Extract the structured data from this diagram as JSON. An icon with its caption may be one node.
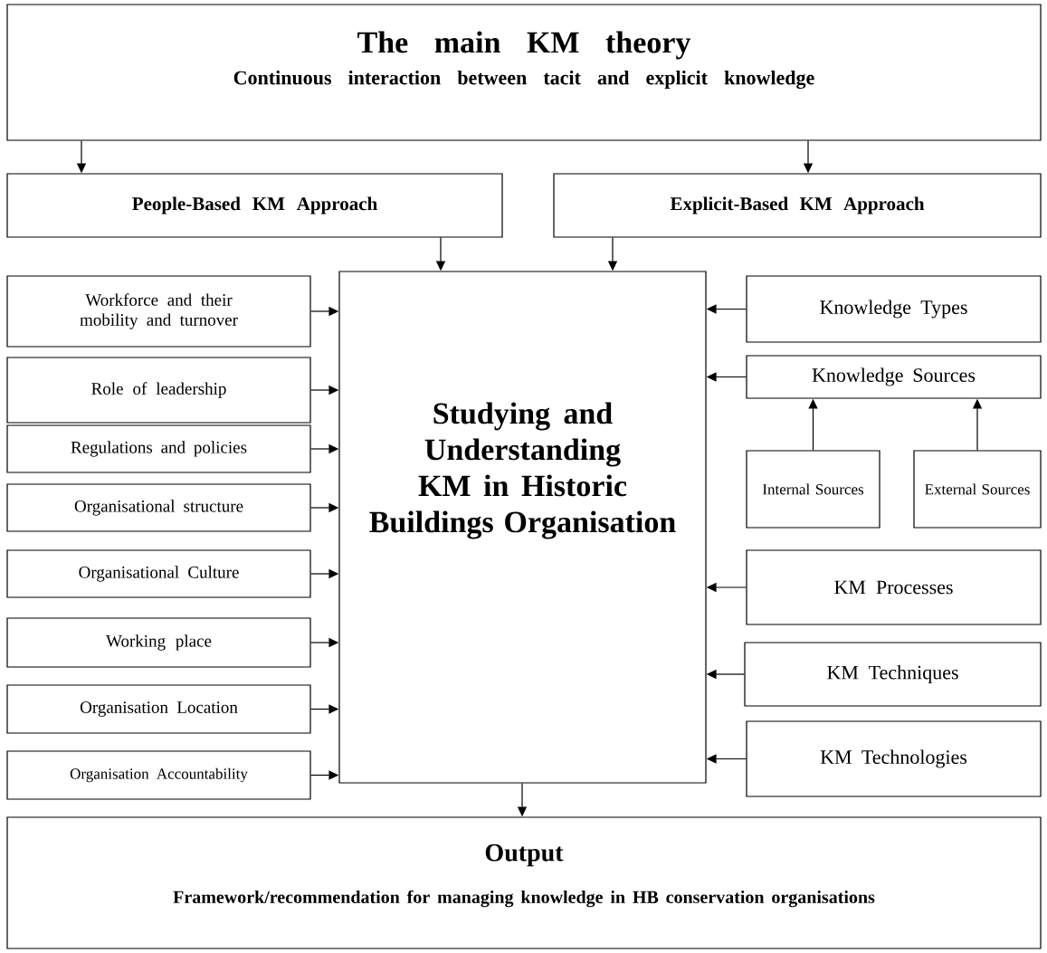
{
  "diagram": {
    "nodes": [
      {
        "text": [
          "The main KM theory",
          "Continuous interaction between tacit and explicit knowledge"
        ]
      },
      {
        "text": [
          "People-Based KM Approach"
        ]
      },
      {
        "text": [
          "Explicit-Based KM Approach"
        ]
      },
      {
        "text": [
          "Studying and Understanding KM in Historic Buildings Organisation"
        ]
      },
      {
        "text": [
          "Workforce and their mobility and turnover"
        ]
      },
      {
        "text": [
          "Role of leadership"
        ]
      },
      {
        "text": [
          "Regulations and policies"
        ]
      },
      {
        "text": [
          "Organisational structure"
        ]
      },
      {
        "text": [
          "Organisational Culture"
        ]
      },
      {
        "text": [
          "Working place"
        ]
      },
      {
        "text": [
          "Organisation Location"
        ]
      },
      {
        "text": [
          "Organisation Accountability"
        ]
      },
      {
        "text": [
          "Knowledge Types"
        ]
      },
      {
        "text": [
          "Knowledge Sources"
        ]
      },
      {
        "text": [
          "Internal Sources"
        ]
      },
      {
        "text": [
          "External Sources"
        ]
      },
      {
        "text": [
          "KM Processes"
        ]
      },
      {
        "text": [
          "KM Techniques"
        ]
      },
      {
        "text": [
          "KM Technologies"
        ]
      },
      {
        "text": [
          "Output",
          "Framework/recommendation for managing knowledge in HB conservation organisations"
        ]
      }
    ],
    "edges": [
      {
        "from": 0,
        "to": 1,
        "arrow": "to"
      },
      {
        "from": 0,
        "to": 2,
        "arrow": "to"
      },
      {
        "from": 1,
        "to": 3,
        "arrow": "to"
      },
      {
        "from": 2,
        "to": 3,
        "arrow": "to"
      },
      {
        "from": 4,
        "to": 3,
        "arrow": "to"
      },
      {
        "from": 5,
        "to": 3,
        "arrow": "to"
      },
      {
        "from": 6,
        "to": 3,
        "arrow": "to"
      },
      {
        "from": 7,
        "to": 3,
        "arrow": "to"
      },
      {
        "from": 8,
        "to": 3,
        "arrow": "to"
      },
      {
        "from": 9,
        "to": 3,
        "arrow": "to"
      },
      {
        "from": 10,
        "to": 3,
        "arrow": "to"
      },
      {
        "from": 11,
        "to": 3,
        "arrow": "to"
      },
      {
        "from": 12,
        "to": 3,
        "arrow": "to"
      },
      {
        "from": 13,
        "to": 3,
        "arrow": "to"
      },
      {
        "from": 14,
        "to": 13,
        "arrow": "to"
      },
      {
        "from": 15,
        "to": 13,
        "arrow": "to"
      },
      {
        "from": 16,
        "to": 3,
        "arrow": "to"
      },
      {
        "from": 17,
        "to": 3,
        "arrow": "to"
      },
      {
        "from": 18,
        "to": 3,
        "arrow": "to"
      },
      {
        "from": 3,
        "to": 19,
        "arrow": "to"
      }
    ]
  }
}
